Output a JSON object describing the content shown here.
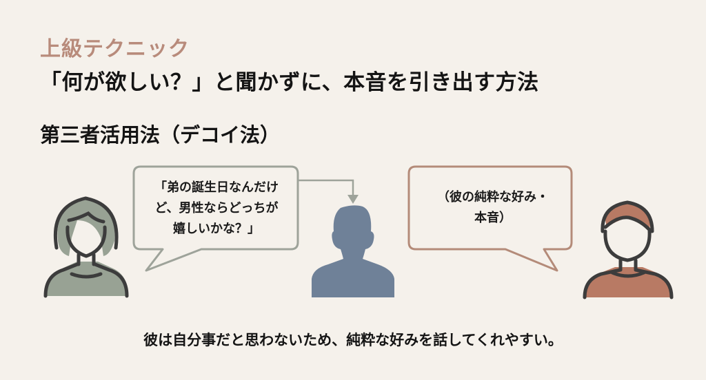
{
  "header": {
    "eyebrow": "上級テクニック",
    "title": "「何が欲しい？」と聞かずに、本音を引き出す方法",
    "subtitle": "第三者活用法（デコイ法）"
  },
  "diagram": {
    "left_person": {
      "icon": "woman-icon",
      "fill_color": "#98a294"
    },
    "left_bubble": {
      "text": "「弟の誕生日なんだけ\nど、男性ならどっちが\n嬉しいかな？」",
      "border_color": "#9ea39a"
    },
    "arrow": {
      "icon": "arrow-down-icon",
      "color": "#9ea39a"
    },
    "middle_person": {
      "icon": "person-silhouette-icon",
      "fill_color": "#6f8198"
    },
    "right_bubble": {
      "text": "（彼の純粋な好み・\n本音）",
      "border_color": "#b48b79"
    },
    "right_person": {
      "icon": "man-icon",
      "fill_color": "#b87a64"
    }
  },
  "caption": "彼は自分事だと思わないため、純粋な好みを話してくれやすい。"
}
